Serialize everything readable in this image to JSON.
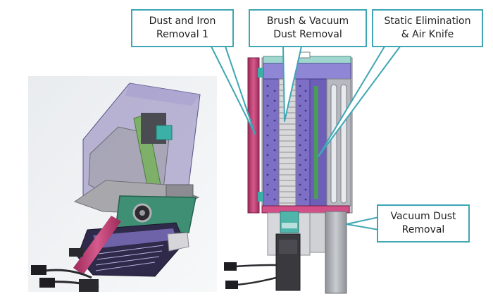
{
  "callouts": {
    "dust_iron": "Dust and Iron\nRemoval 1",
    "brush_vacuum": "Brush & Vacuum\nDust Removal",
    "static_air": "Static Elimination\n& Air Knife",
    "vacuum_dust": "Vacuum Dust\nRemoval"
  },
  "colors": {
    "callout_border": "#3fa6b4",
    "housing_purple": "#7e6fc6",
    "roller_pink": "#c8417a",
    "frame_gray": "#b8b8c0"
  }
}
